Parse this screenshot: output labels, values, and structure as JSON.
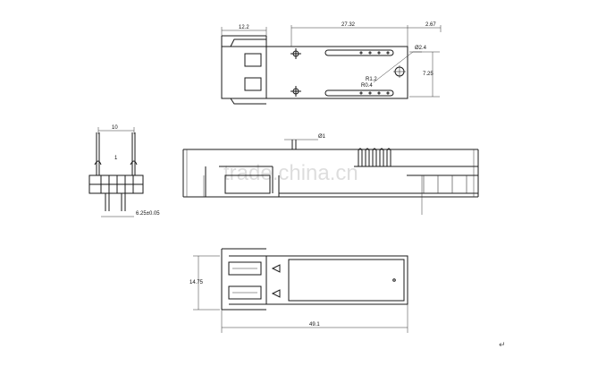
{
  "top_view": {
    "dim_width_left": "12.2",
    "dim_length": "27.32",
    "dim_width_right": "2.67",
    "dim_height": "7.25",
    "dim_hole": "Ø2.4",
    "dim_radius_1": "R1.2",
    "dim_radius_2": "R0.4"
  },
  "end_view": {
    "dim_top": "10",
    "dim_bottom": "6.25±0.05"
  },
  "side_view": {
    "dim_pin": "Ø1"
  },
  "bottom_view": {
    "dim_height": "14.75",
    "dim_length": "49.1"
  },
  "watermark": "trade.china.cn",
  "paragraph_mark": "↵"
}
